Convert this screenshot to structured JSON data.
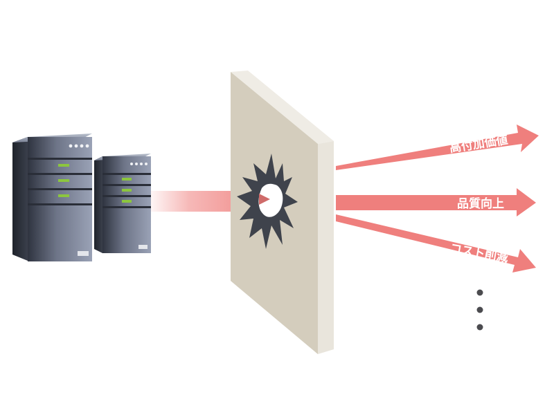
{
  "arrows": [
    {
      "label": "高付加価値"
    },
    {
      "label": "品質向上"
    },
    {
      "label": "コスト削減"
    }
  ],
  "continuation": "⋮",
  "colors": {
    "beam": "#ef7f7d",
    "wall_face": "#d4cdbd",
    "wall_side": "#e9e5dc",
    "wall_top": "#efece5",
    "server_dark": "#3e4350",
    "server_light": "#8a92a6",
    "led_green": "#8cc63e"
  }
}
